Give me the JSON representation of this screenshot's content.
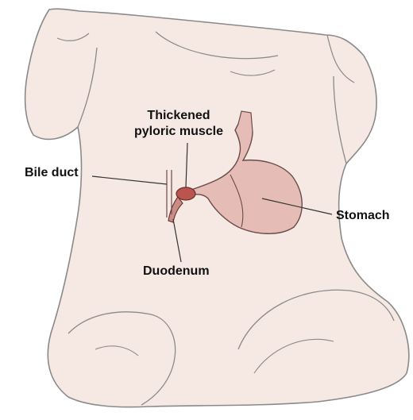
{
  "labels": {
    "pyloric_line1": "Thickened",
    "pyloric_line2": "pyloric muscle",
    "bile_duct": "Bile duct",
    "stomach": "Stomach",
    "duodenum": "Duodenum"
  },
  "colors": {
    "skin": "#f6e8e2",
    "outline": "#8a8a8a",
    "stomach": "#e6bdb6",
    "pylorus": "#b9554e",
    "leader": "#333333"
  }
}
